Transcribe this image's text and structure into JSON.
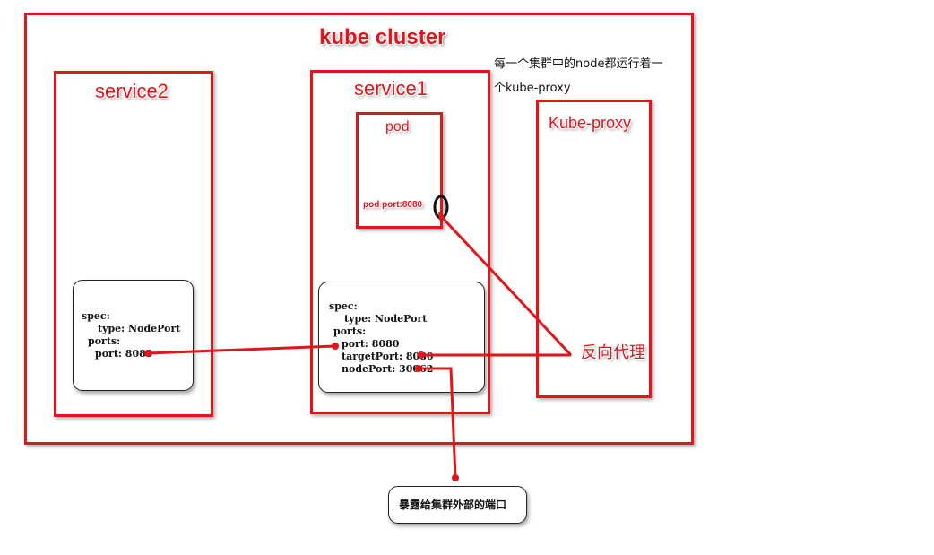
{
  "cluster": {
    "title": "kube cluster"
  },
  "note": {
    "line1": "每一个集群中的node都运行着一",
    "line2": "个kube-proxy"
  },
  "service2": {
    "title": "service2",
    "spec": {
      "line1": "spec:",
      "line2": "type: NodePort",
      "line3": "ports:",
      "line4": "port: 8080"
    }
  },
  "service1": {
    "title": "service1",
    "pod": {
      "title": "pod",
      "port_label": "pod port:8080"
    },
    "spec": {
      "line1": "spec:",
      "line2": "type: NodePort",
      "line3": "ports:",
      "line4": "port: 8080",
      "line5": "targetPort: 8080",
      "line6": "nodePort: 30062"
    }
  },
  "kube_proxy": {
    "title": "Kube-proxy",
    "reverse_proxy_label": "反向代理"
  },
  "external_port": {
    "label": "暴露给集群外部的端口"
  },
  "colors": {
    "accent": "#e0161c",
    "line": "#e0161c",
    "dot": "#e0161c"
  }
}
